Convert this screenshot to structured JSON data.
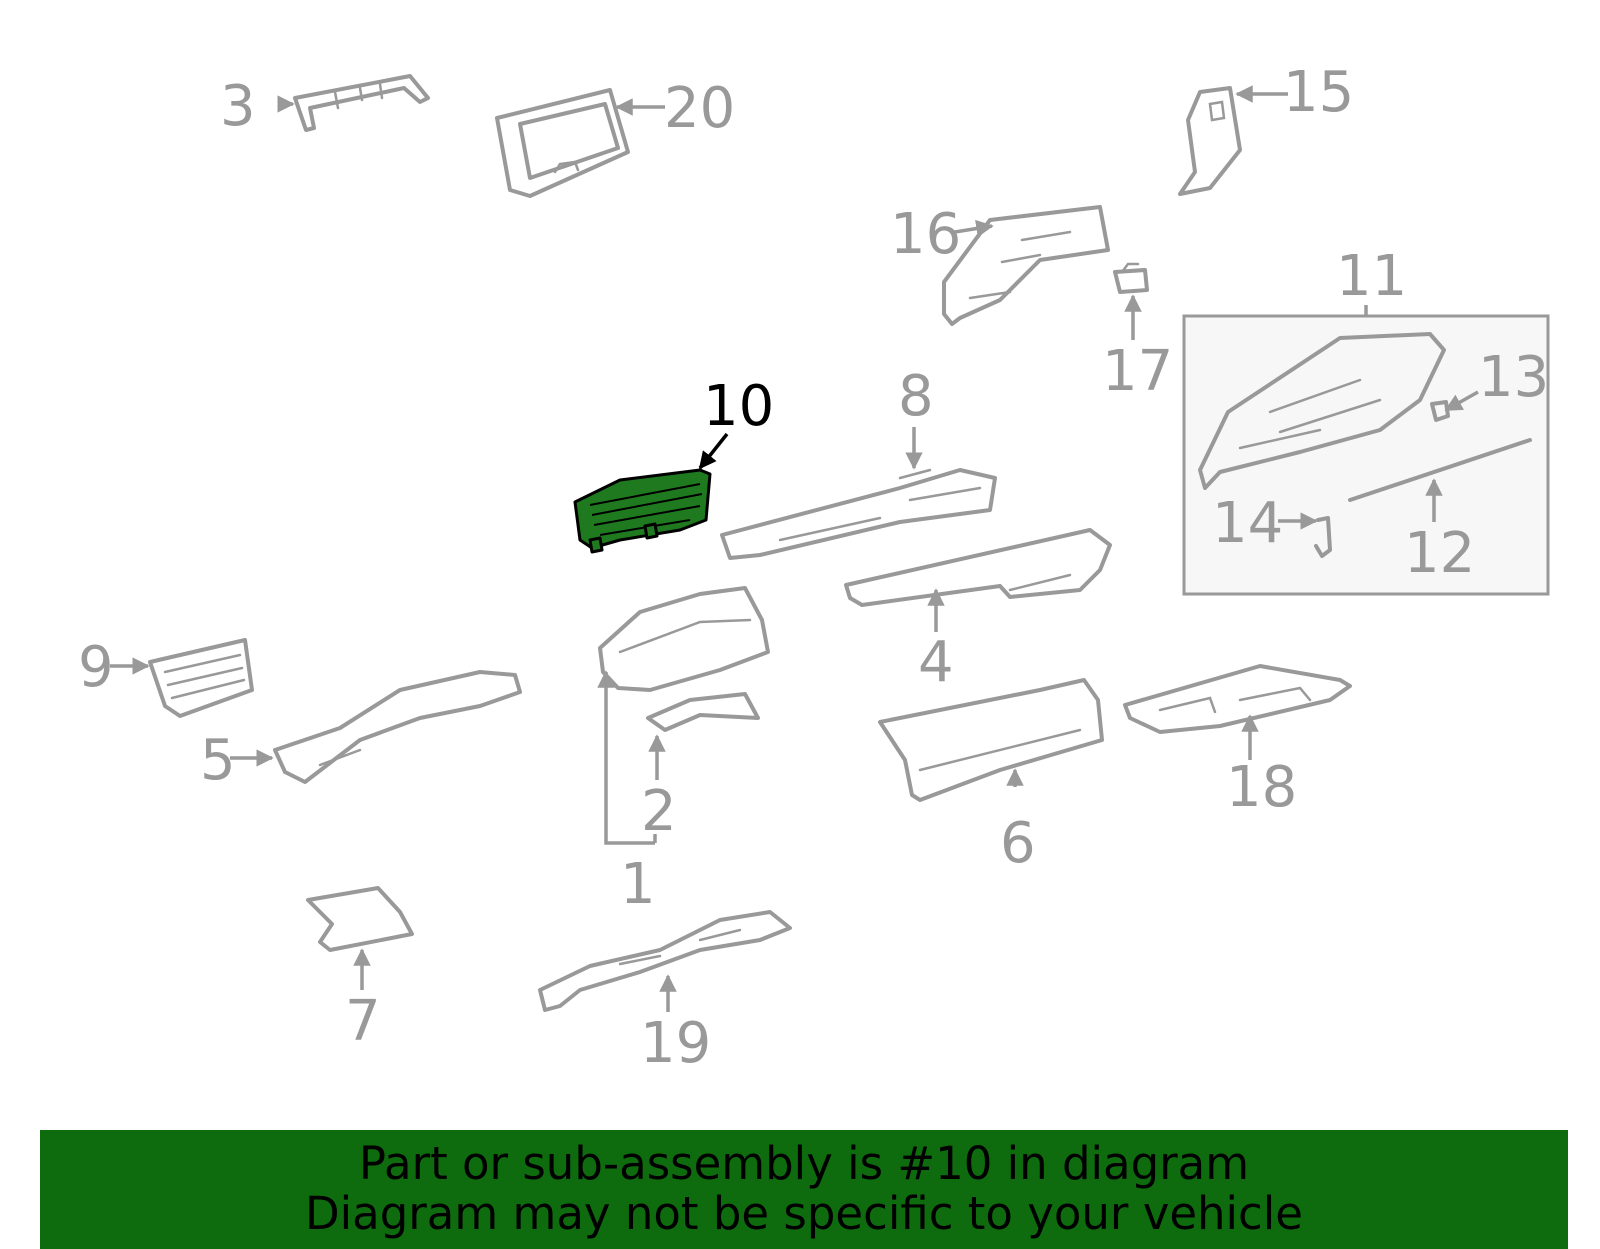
{
  "diagram": {
    "highlighted_part": "10",
    "highlight_color": "#1f7a1f",
    "part_color": "#999999",
    "callouts": {
      "c1": "1",
      "c2": "2",
      "c3": "3",
      "c4": "4",
      "c5": "5",
      "c6": "6",
      "c7": "7",
      "c8": "8",
      "c9": "9",
      "c10": "10",
      "c11": "11",
      "c12": "12",
      "c13": "13",
      "c14": "14",
      "c15": "15",
      "c16": "16",
      "c17": "17",
      "c18": "18",
      "c19": "19",
      "c20": "20"
    }
  },
  "banner": {
    "color": "#0e6b0e",
    "line1": "Part or sub-assembly is #10 in diagram",
    "line2": "Diagram may not be specific to your vehicle"
  }
}
